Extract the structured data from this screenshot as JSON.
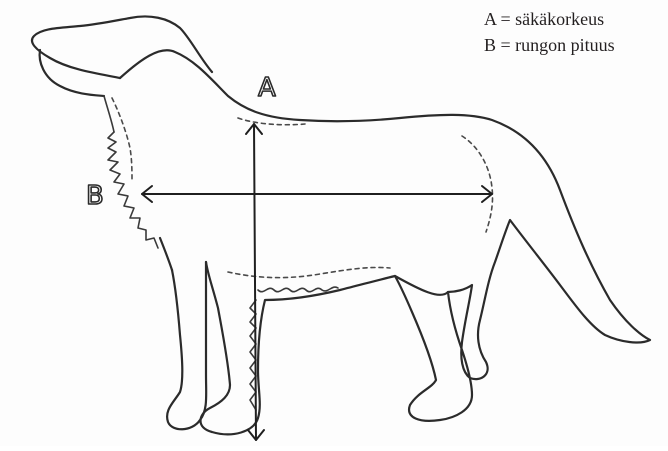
{
  "legend": {
    "line_a": "A = säkäkorkeus",
    "line_b": "B = rungon pituus"
  },
  "labels": {
    "a": "A",
    "b": "B"
  },
  "colors": {
    "ink": "#2b2b2b",
    "paper": "#fdfdfd"
  }
}
